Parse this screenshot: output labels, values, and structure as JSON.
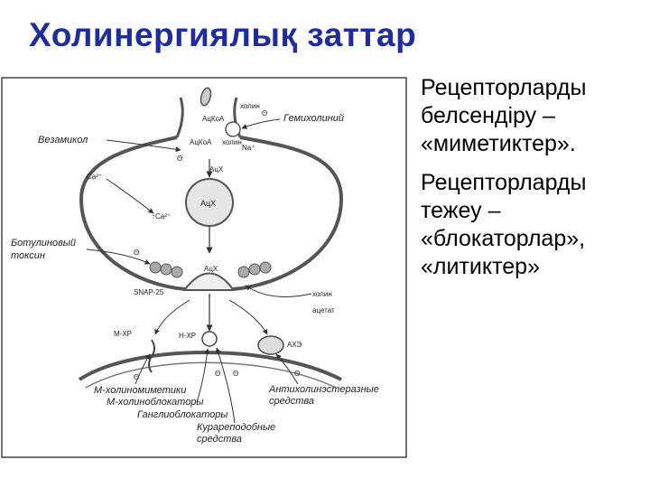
{
  "title": "Холинергиялық заттар",
  "bullets": [
    {
      "lines": [
        "Рецепторларды",
        "белсендіру –",
        "«миметиктер»."
      ]
    },
    {
      "lines": [
        "Рецепторларды",
        "тежеу –",
        "«блокаторлар»,",
        "«литиктер»"
      ]
    }
  ],
  "diagram": {
    "labels": {
      "vesamicol": "Везамикол",
      "hemicholine": "Гемихолиний",
      "botulinum1": "Ботулиновый",
      "botulinum2": "токсин",
      "snap25": "SNAP-25",
      "m_mimetics": "М-холиномиметики",
      "m_blockers": "М-холиноблокаторы",
      "ganglioblockers": "Ганглиоблокаторы",
      "curare1": "Курареподобные",
      "curare2": "средства",
      "anticholinesterase1": "Антихолинэстеразные",
      "anticholinesterase2": "средства",
      "choline_top": "холин",
      "choline_mid": "холин",
      "choline_right": "холин",
      "acetate": "ацетат",
      "accoa1": "АцКоА",
      "accoa2": "АцКоА",
      "ach1": "АцХ",
      "ach2": "АцХ",
      "ach3": "АцХ",
      "ca": "Ca²⁺",
      "ca_in": "↑Ca²⁺",
      "na": "Na⁺",
      "m_xr": "М-ХР",
      "n_xr": "Н-ХР",
      "ache": "АХЭ",
      "minus": "Θ"
    }
  }
}
